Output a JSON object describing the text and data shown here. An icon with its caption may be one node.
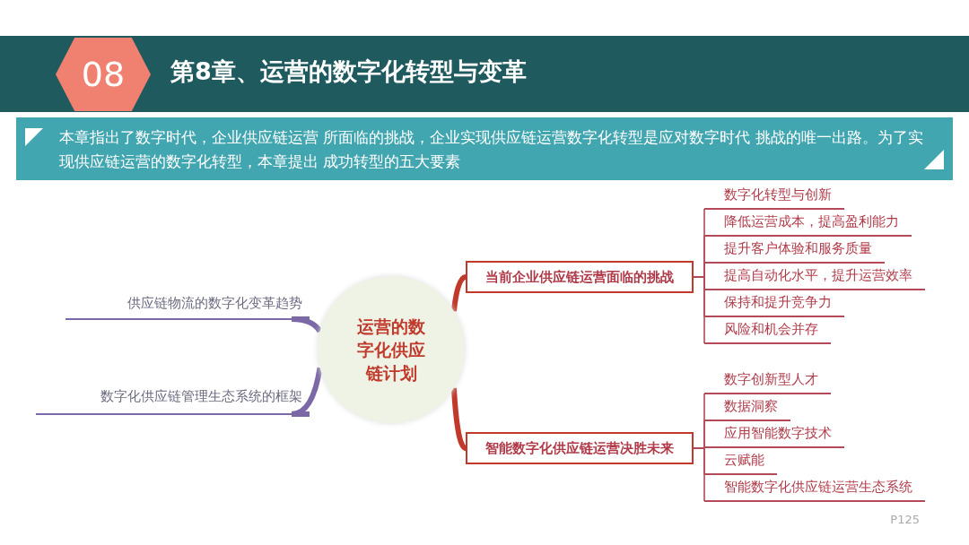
{
  "diagram": {
    "title": "第8章、运营的数字化转型与变革",
    "nodes": [
      {
        "text": [
          "08"
        ]
      },
      {
        "text": [
          "本章指出了数字时代，企业供应链运营 所面临的挑战，企业实现供应链运营数字化转型是应对数字时代 挑战的唯一出路。为了实现供应链运营的数字化转型，本章提出 成功转型的五大要素"
        ]
      },
      {
        "text": [
          "运营的数字化供应链计划"
        ]
      },
      {
        "text": [
          "供应链物流的数字化变革趋势"
        ]
      },
      {
        "text": [
          "数字化供应链管理生态系统的框架"
        ]
      },
      {
        "text": [
          "当前企业供应链运营面临的挑战"
        ]
      },
      {
        "text": [
          "数字化转型与创新"
        ]
      },
      {
        "text": [
          "降低运营成本，提高盈利能力"
        ]
      },
      {
        "text": [
          "提升客户体验和服务质量"
        ]
      },
      {
        "text": [
          "提高自动化水平，提升运营效率"
        ]
      },
      {
        "text": [
          "保持和提升竞争力"
        ]
      },
      {
        "text": [
          "风险和机会并存"
        ]
      },
      {
        "text": [
          "智能数字化供应链运营决胜未来"
        ]
      },
      {
        "text": [
          "数字创新型人才"
        ]
      },
      {
        "text": [
          "数据洞察"
        ]
      },
      {
        "text": [
          "应用智能数字技术"
        ]
      },
      {
        "text": [
          "云赋能"
        ]
      },
      {
        "text": [
          "智能数字化供应链运营生态系统"
        ]
      }
    ],
    "edges": [
      {
        "from": 2,
        "to": 3,
        "arrow": "none",
        "style": "thick",
        "color": "#7b68a6"
      },
      {
        "from": 2,
        "to": 4,
        "arrow": "none",
        "style": "thick",
        "color": "#7b68a6"
      },
      {
        "from": 2,
        "to": 5,
        "arrow": "none",
        "style": "thick",
        "color": "#c0392b"
      },
      {
        "from": 2,
        "to": 12,
        "arrow": "none",
        "style": "thick",
        "color": "#c0392b"
      },
      {
        "from": 5,
        "to": 6,
        "arrow": "none"
      },
      {
        "from": 5,
        "to": 7,
        "arrow": "none"
      },
      {
        "from": 5,
        "to": 8,
        "arrow": "none"
      },
      {
        "from": 5,
        "to": 9,
        "arrow": "none"
      },
      {
        "from": 5,
        "to": 10,
        "arrow": "none"
      },
      {
        "from": 5,
        "to": 11,
        "arrow": "none"
      },
      {
        "from": 12,
        "to": 13,
        "arrow": "none"
      },
      {
        "from": 12,
        "to": 14,
        "arrow": "none"
      },
      {
        "from": 12,
        "to": 15,
        "arrow": "none"
      },
      {
        "from": 12,
        "to": 16,
        "arrow": "none"
      },
      {
        "from": 12,
        "to": 17,
        "arrow": "none"
      }
    ],
    "labels": [
      "P125"
    ]
  }
}
